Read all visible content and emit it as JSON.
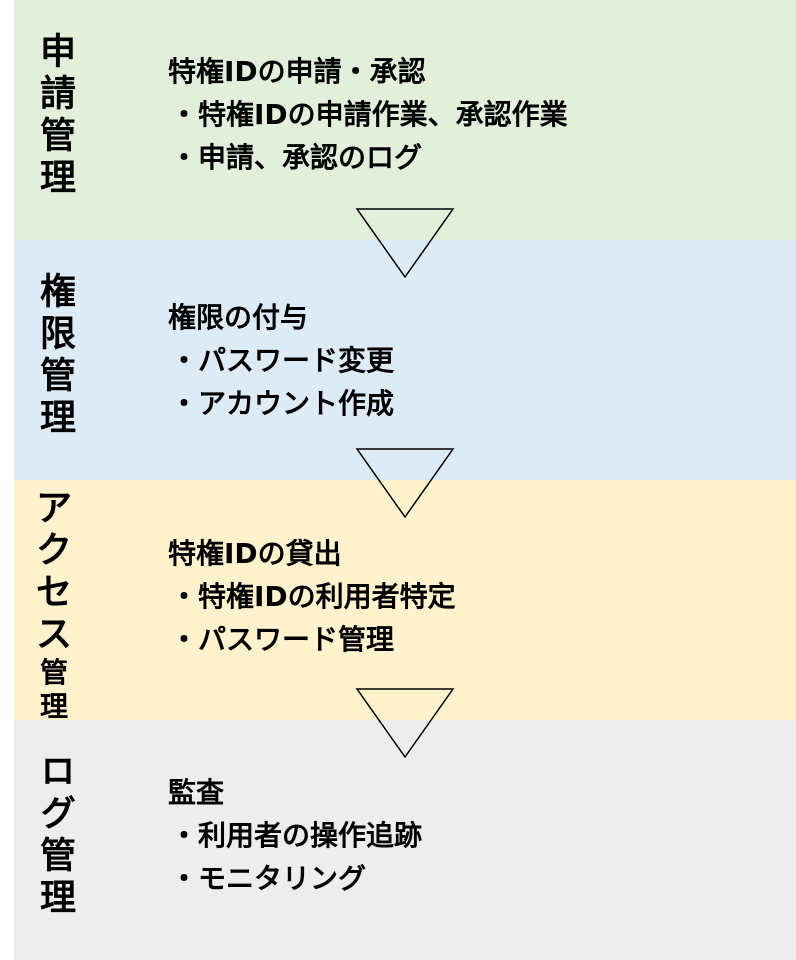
{
  "stages": [
    {
      "label": "申請管理",
      "title": "特権IDの申請・承認",
      "items": [
        "・特権IDの申請作業、承認作業",
        "・申請、承認のログ"
      ]
    },
    {
      "label": "権限管理",
      "title": "権限の付与",
      "items": [
        "・パスワード変更",
        "・アカウント作成"
      ]
    },
    {
      "label": "アクセス管理",
      "title": "特権IDの貸出",
      "items": [
        "・特権IDの利用者特定",
        "・パスワード管理"
      ]
    },
    {
      "label": "ログ管理",
      "title": "監査",
      "items": [
        "・利用者の操作追跡",
        "・モニタリング"
      ]
    }
  ],
  "colors": {
    "stage1": "#e2efda",
    "stage2": "#ddebf7",
    "stage3": "#fff2cc",
    "stage4": "#ededed"
  }
}
